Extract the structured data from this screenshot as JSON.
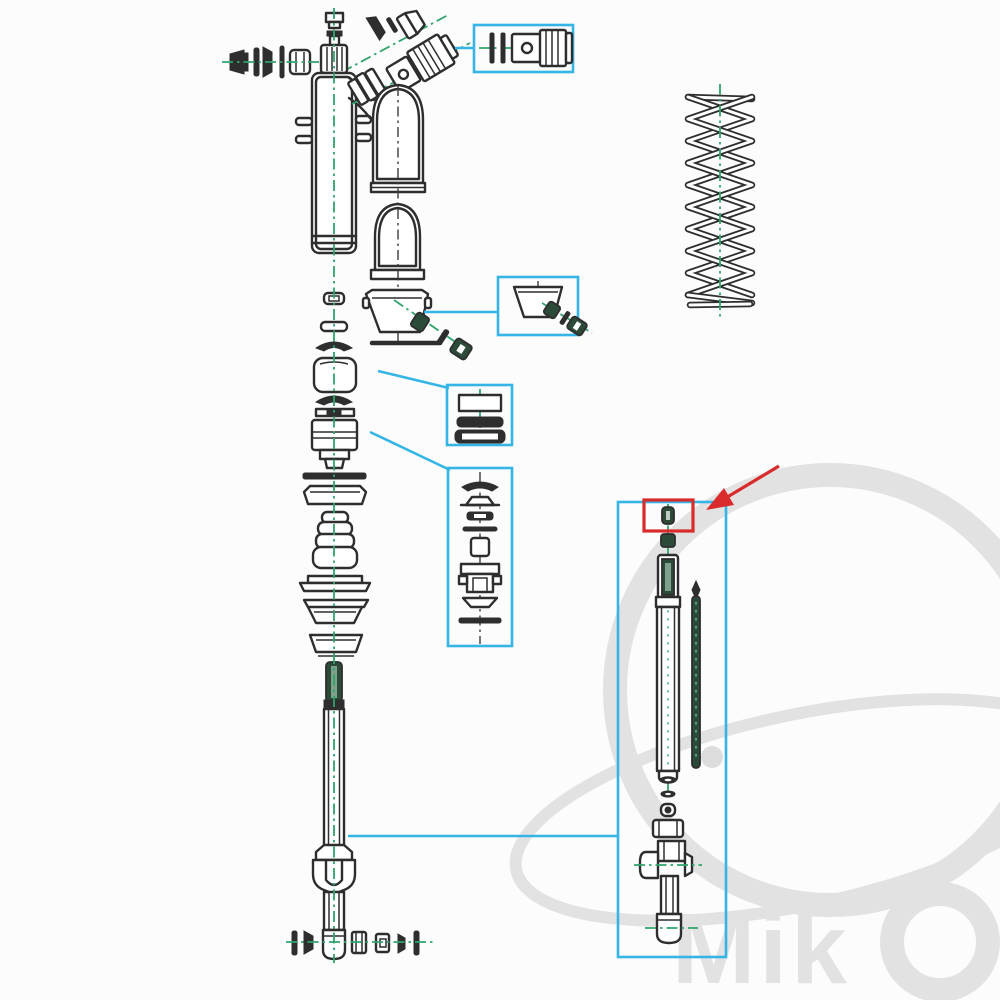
{
  "page": {
    "type": "exploded-parts-diagram",
    "subject": "rear-shock-absorber"
  },
  "watermark": {
    "text": "Mik"
  },
  "colors": {
    "line_dark": "#2e2e2e",
    "centerline_green": "#2fa46c",
    "callout_cyan": "#35b5e6",
    "highlight_red": "#d92b2b",
    "watermark_gray": "#e2e2e2",
    "rod_green": "#2c4a38",
    "background": "#fcfcfc"
  }
}
